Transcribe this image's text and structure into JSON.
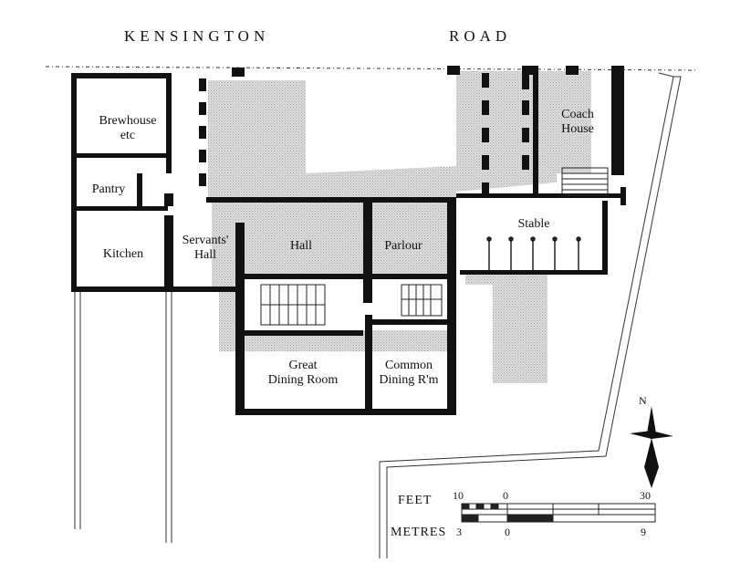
{
  "road": {
    "left_word": "KENSINGTON",
    "right_word": "ROAD"
  },
  "rooms": {
    "brewhouse": "Brewhouse\netc",
    "pantry": "Pantry",
    "kitchen": "Kitchen",
    "servants_hall": "Servants'\nHall",
    "hall": "Hall",
    "parlour": "Parlour",
    "coach_house": "Coach\nHouse",
    "stable": "Stable",
    "great_dining_room": "Great\nDining Room",
    "common_dining_room": "Common\nDining R'm"
  },
  "compass": {
    "north_label": "N"
  },
  "scale": {
    "feet_label": "FEET",
    "feet_ticks": [
      "10",
      "0",
      "30"
    ],
    "metres_label": "METRES",
    "metres_ticks": [
      "3",
      "0",
      "9"
    ]
  },
  "colors": {
    "wall": "#111111",
    "shading": "#d2d2d2",
    "line": "#222222"
  }
}
